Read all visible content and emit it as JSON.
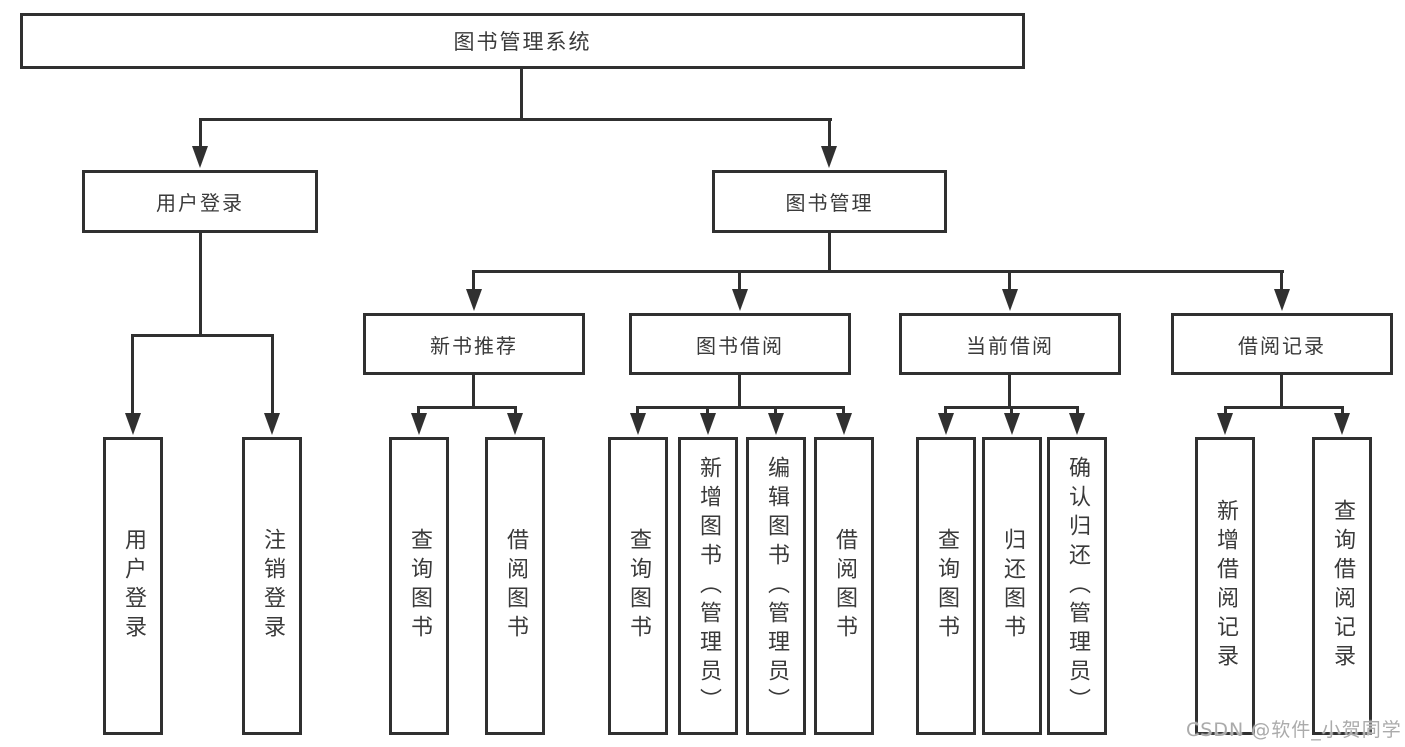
{
  "diagram": {
    "root": "图书管理系统",
    "branches": {
      "user_login": "用户登录",
      "book_management": "图书管理"
    },
    "modules": {
      "new_book_recommend": "新书推荐",
      "book_borrow": "图书借阅",
      "current_borrow": "当前借阅",
      "borrow_records": "借阅记录"
    },
    "functions": {
      "user_login": "用户登录",
      "logout": "注销登录",
      "newbook_query_book": "查询图书",
      "newbook_borrow_book": "借阅图书",
      "borrow_query_book": "查询图书",
      "borrow_add_book_admin": "新增图书（管理员）",
      "borrow_edit_book_admin": "编辑图书（管理员）",
      "borrow_borrow_book": "借阅图书",
      "current_query_book": "查询图书",
      "current_return_book": "归还图书",
      "current_confirm_return_admin": "确认归还（管理员）",
      "records_add_record": "新增借阅记录",
      "records_query_record": "查询借阅记录"
    }
  },
  "watermark": {
    "text": "CSDN @软件_小贺同学"
  },
  "colors": {
    "line": "#303030",
    "text": "#3a3a3a",
    "watermark": "#ababab",
    "background": "#ffffff"
  }
}
